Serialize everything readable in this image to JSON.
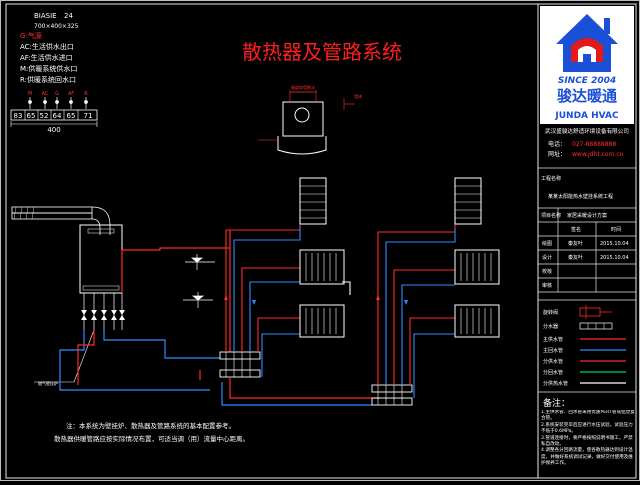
{
  "title": "散热器及管路系统",
  "boiler_spec": {
    "model_label": "BIASIE",
    "model_no": "24",
    "dims": "700×400×325",
    "legend": [
      "G:气源",
      "AC:生活供水出口",
      "AF:生活供水进口",
      "M:供暖系统供水口",
      "R:供暖系统回水口"
    ],
    "connection_codes": [
      "M",
      "AC",
      "G",
      "AF",
      "R"
    ],
    "spacing": [
      "83",
      "65",
      "52",
      "64",
      "65",
      "71"
    ],
    "total_width": "400"
  },
  "flue_detail_note": "烟道穿墙做法",
  "flue_detail_side": "墙体",
  "boiler_callout": "燃气壁挂炉",
  "note": {
    "line1": "注：本系统为壁挂炉、散热器及管路系统的基本配置参考。",
    "line2": "散热器供暖管路应按实际情况布置，可适当调（用）流量中心距离。"
  },
  "brand": {
    "since": "SINCE 2004",
    "name_cn": "骏达暖通",
    "name_en": "JUNDA HVAC",
    "company": "武汉盛骏达舒适环境设备有限公司",
    "tel_label": "电话：",
    "tel": "027-88888888",
    "web_label": "网址：",
    "web": "www.jdht.com.cn"
  },
  "title_block": {
    "project_label": "工程名称",
    "project_value": "某某太阳能热水壁挂系统工程",
    "item_label": "项目名称",
    "item_value": "家居采暖设计方案",
    "col_sign": "签名",
    "col_time": "时间",
    "rows": [
      {
        "role": "绘图",
        "name": "秦友叶",
        "date": "2015.10.04"
      },
      {
        "role": "设计",
        "name": "秦友叶",
        "date": "2015.10.04"
      },
      {
        "role": "校核",
        "name": "",
        "date": ""
      },
      {
        "role": "审核",
        "name": "",
        "date": ""
      }
    ]
  },
  "pipe_legend": [
    {
      "label": "旋转阀",
      "color": "#ff2a2a"
    },
    {
      "label": "分水器",
      "color": "#3aa0ff"
    },
    {
      "label": "主供水管",
      "color": "#ff2a2a"
    },
    {
      "label": "主回水管",
      "color": "#3aa0ff"
    },
    {
      "label": "分供水管",
      "color": "#ff2a2a"
    },
    {
      "label": "分回水管",
      "color": "#00d05a"
    },
    {
      "label": "分供热水管",
      "color": "#ffffff"
    }
  ],
  "remarks": {
    "heading": "备注：",
    "items": [
      "1.主供水管、回水管采用优质PERT管或铝塑复合管。",
      "2.系统安装完毕后应进行水压试验，试验压力不低于0.6MPa。",
      "3.管道连接时，要严格按照说明书施工，严禁私自改动。",
      "4.调整各分回路流量，使各散热器达到设计温度，并做好系统调试记录，做好交付使用及维护保养工作。"
    ]
  },
  "colors": {
    "supply": "#ff2a2a",
    "return": "#2f8cff",
    "frame": "#e6e6e6",
    "title": "#ff1e1e",
    "brand_blue": "#1a4fd8",
    "brand_red": "#e21a1a"
  }
}
